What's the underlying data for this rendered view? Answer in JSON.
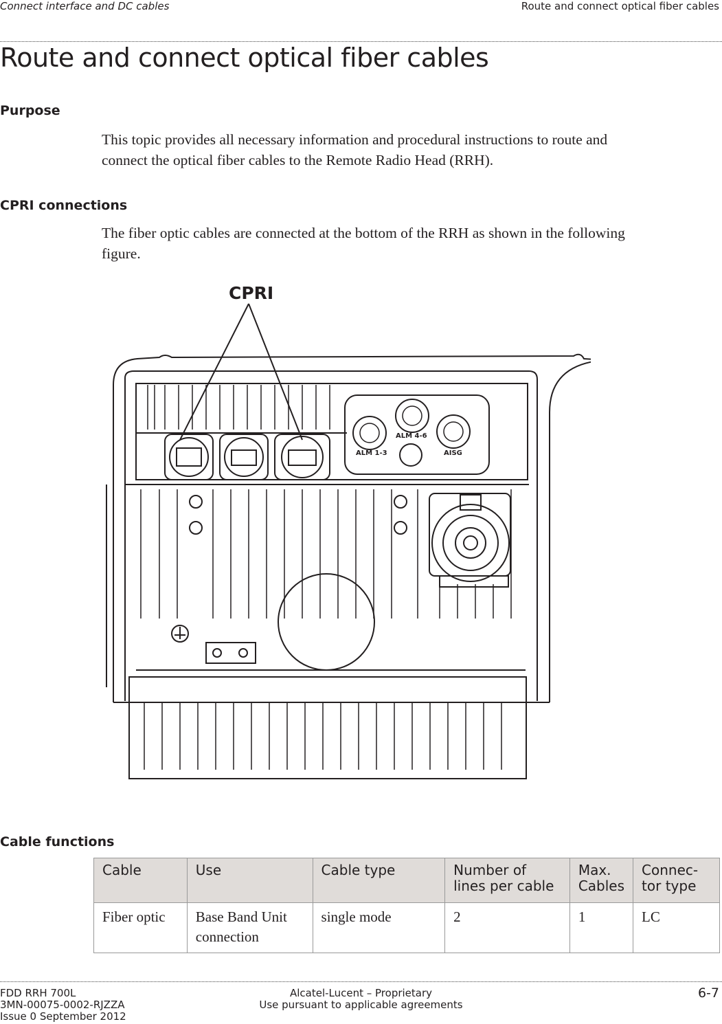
{
  "header": {
    "left": "Connect interface and DC cables",
    "right": "Route and connect optical fiber cables"
  },
  "title": "Route and connect optical fiber cables",
  "sections": {
    "purpose": {
      "heading": "Purpose",
      "line1": "This topic provides all necessary information and procedural instructions to route and",
      "line2": "connect the optical fiber cables to the Remote Radio Head (RRH)."
    },
    "cpri": {
      "heading": "CPRI connections",
      "line1": "The fiber optic cables are connected at the bottom of the RRH as shown in the following",
      "line2": "figure."
    },
    "cable_functions": {
      "heading": "Cable functions"
    }
  },
  "figure": {
    "callout": "CPRI",
    "labels": {
      "alm13": "ALM 1-3",
      "alm46": "ALM 4-6",
      "aisg": "AISG"
    }
  },
  "table": {
    "headers": [
      "Cable",
      "Use",
      "Cable type",
      "Number of lines per cable",
      "Max. Cables",
      "Connec- tor type"
    ],
    "header_lines": [
      [
        "Cable"
      ],
      [
        "Use"
      ],
      [
        "Cable type"
      ],
      [
        "Number of",
        "lines per cable"
      ],
      [
        "Max.",
        "Cables"
      ],
      [
        "Connec-",
        "tor type"
      ]
    ],
    "rows": [
      {
        "cable": "Fiber optic",
        "use_line1": "Base Band Unit",
        "use_line2": "connection",
        "cable_type": "single mode",
        "lines": "2",
        "max": "1",
        "connector": "LC"
      }
    ]
  },
  "footer": {
    "left_line1": "FDD RRH 700L",
    "left_line2": "3MN-00075-0002-RJZZA",
    "left_line3": "Issue 0   September 2012",
    "center_line1": "Alcatel-Lucent – Proprietary",
    "center_line2": "Use pursuant to applicable agreements",
    "page": "6-7"
  }
}
